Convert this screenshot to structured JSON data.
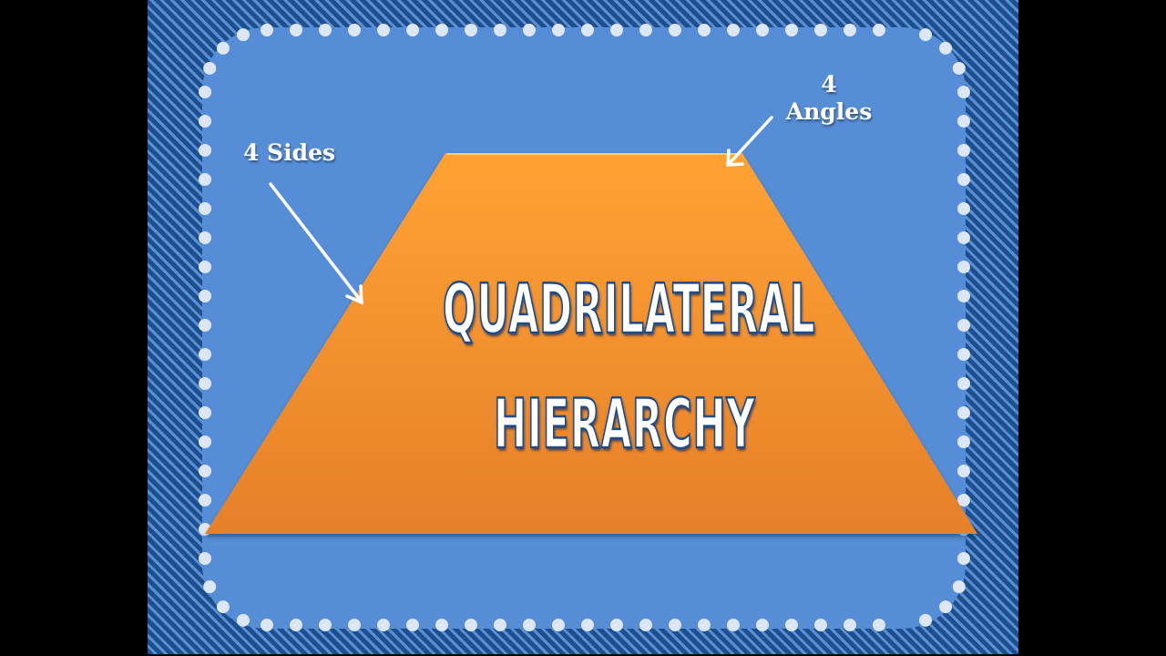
{
  "slide": {
    "title_line1": "QUADRILATERAL",
    "title_line2": "HIERARCHY",
    "label_sides": "4 Sides",
    "label_angles_line1": "4",
    "label_angles_line2": "Angles",
    "shape": "trapezoid",
    "colors": {
      "background_stripe_dark": "#1d4f8f",
      "background_stripe_light": "#5b8fd4",
      "panel": "#558dd6",
      "dots": "#dce6f4",
      "trapezoid_top": "#ffa030",
      "trapezoid_bottom": "#e8822a",
      "text": "#ffffff"
    }
  }
}
